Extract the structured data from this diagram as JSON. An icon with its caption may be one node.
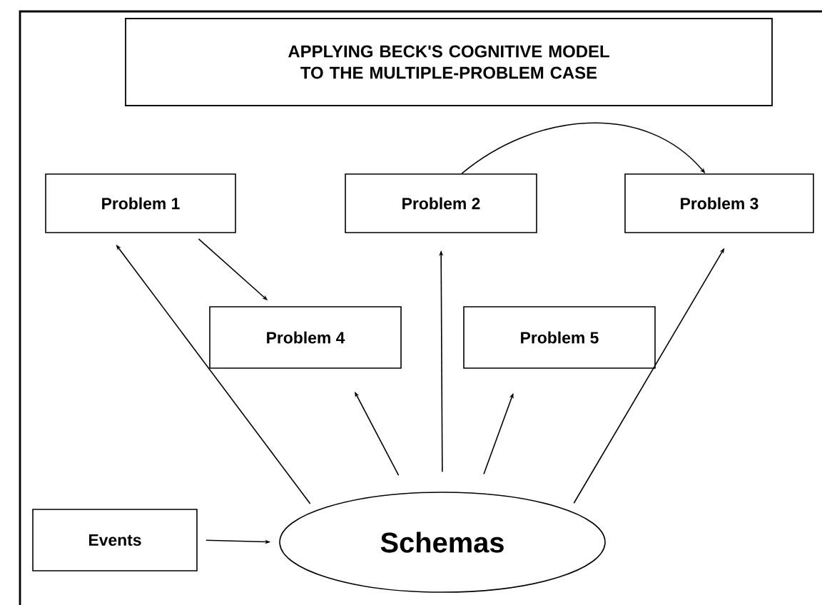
{
  "diagram": {
    "title": "APPLYING BECK'S COGNITIVE MODEL TO THE MULTIPLE-PROBLEM CASE",
    "nodes": [
      {
        "text": [
          "Problem 1"
        ]
      },
      {
        "text": [
          "Problem 2"
        ]
      },
      {
        "text": [
          "Problem 3"
        ]
      },
      {
        "text": [
          "Problem 4"
        ]
      },
      {
        "text": [
          "Problem 5"
        ]
      },
      {
        "text": [
          "Events"
        ]
      },
      {
        "text": [
          "Schemas"
        ]
      }
    ],
    "edges": [
      {
        "from": 1,
        "to": 2,
        "arrow": "to"
      },
      {
        "from": 0,
        "to": 3,
        "arrow": "to"
      },
      {
        "from": 6,
        "to": 0,
        "arrow": "to"
      },
      {
        "from": 6,
        "to": 3,
        "arrow": "to"
      },
      {
        "from": 6,
        "to": 1,
        "arrow": "to"
      },
      {
        "from": 6,
        "to": 4,
        "arrow": "to"
      },
      {
        "from": 6,
        "to": 2,
        "arrow": "to"
      },
      {
        "from": 5,
        "to": 6,
        "arrow": "to"
      }
    ]
  }
}
